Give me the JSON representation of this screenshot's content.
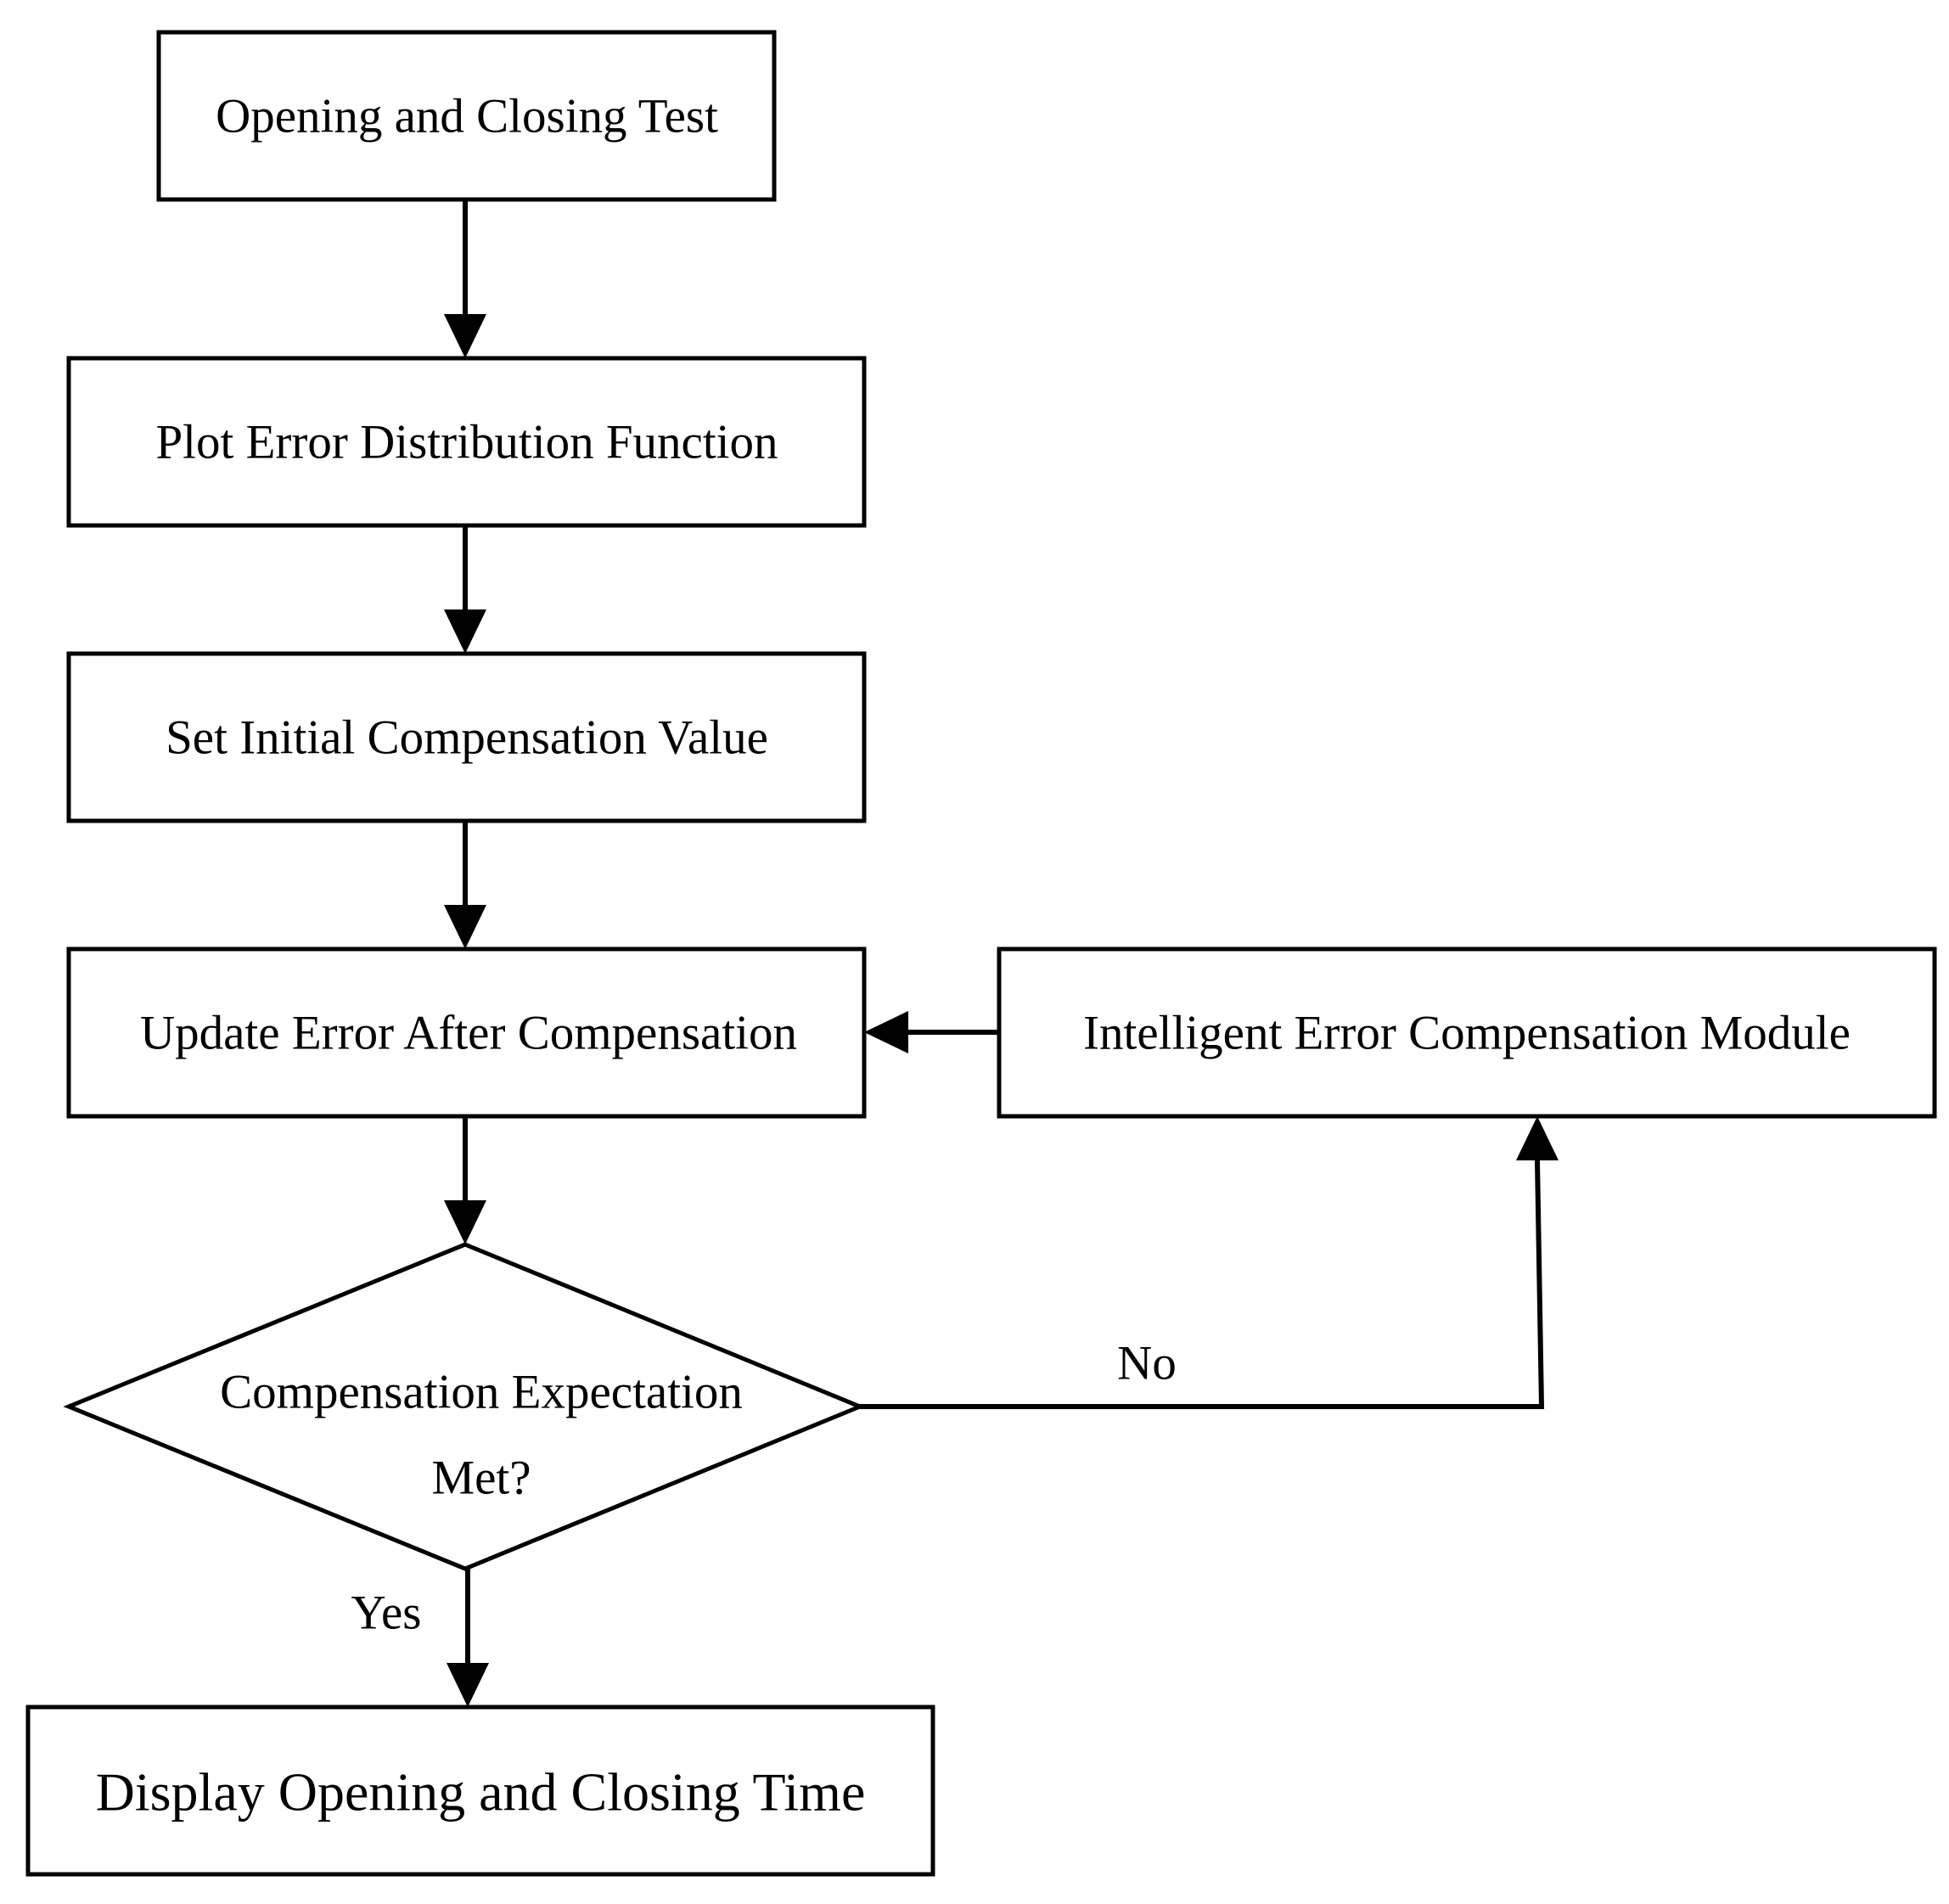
{
  "nodes": {
    "opening_closing_test": "Opening and Closing Test",
    "plot_error_distribution": "Plot Error Distribution Function",
    "set_initial_compensation": "Set Initial Compensation Value",
    "update_error": "Update Error After Compensation",
    "intelligent_module": "Intelligent Error Compensation Module",
    "decision_line1": "Compensation Expectation",
    "decision_line2": "Met?",
    "display_time": "Display Opening and Closing Time"
  },
  "edges": {
    "no_label": "No",
    "yes_label": "Yes"
  },
  "colors": {
    "stroke": "#000000",
    "background": "#ffffff"
  }
}
